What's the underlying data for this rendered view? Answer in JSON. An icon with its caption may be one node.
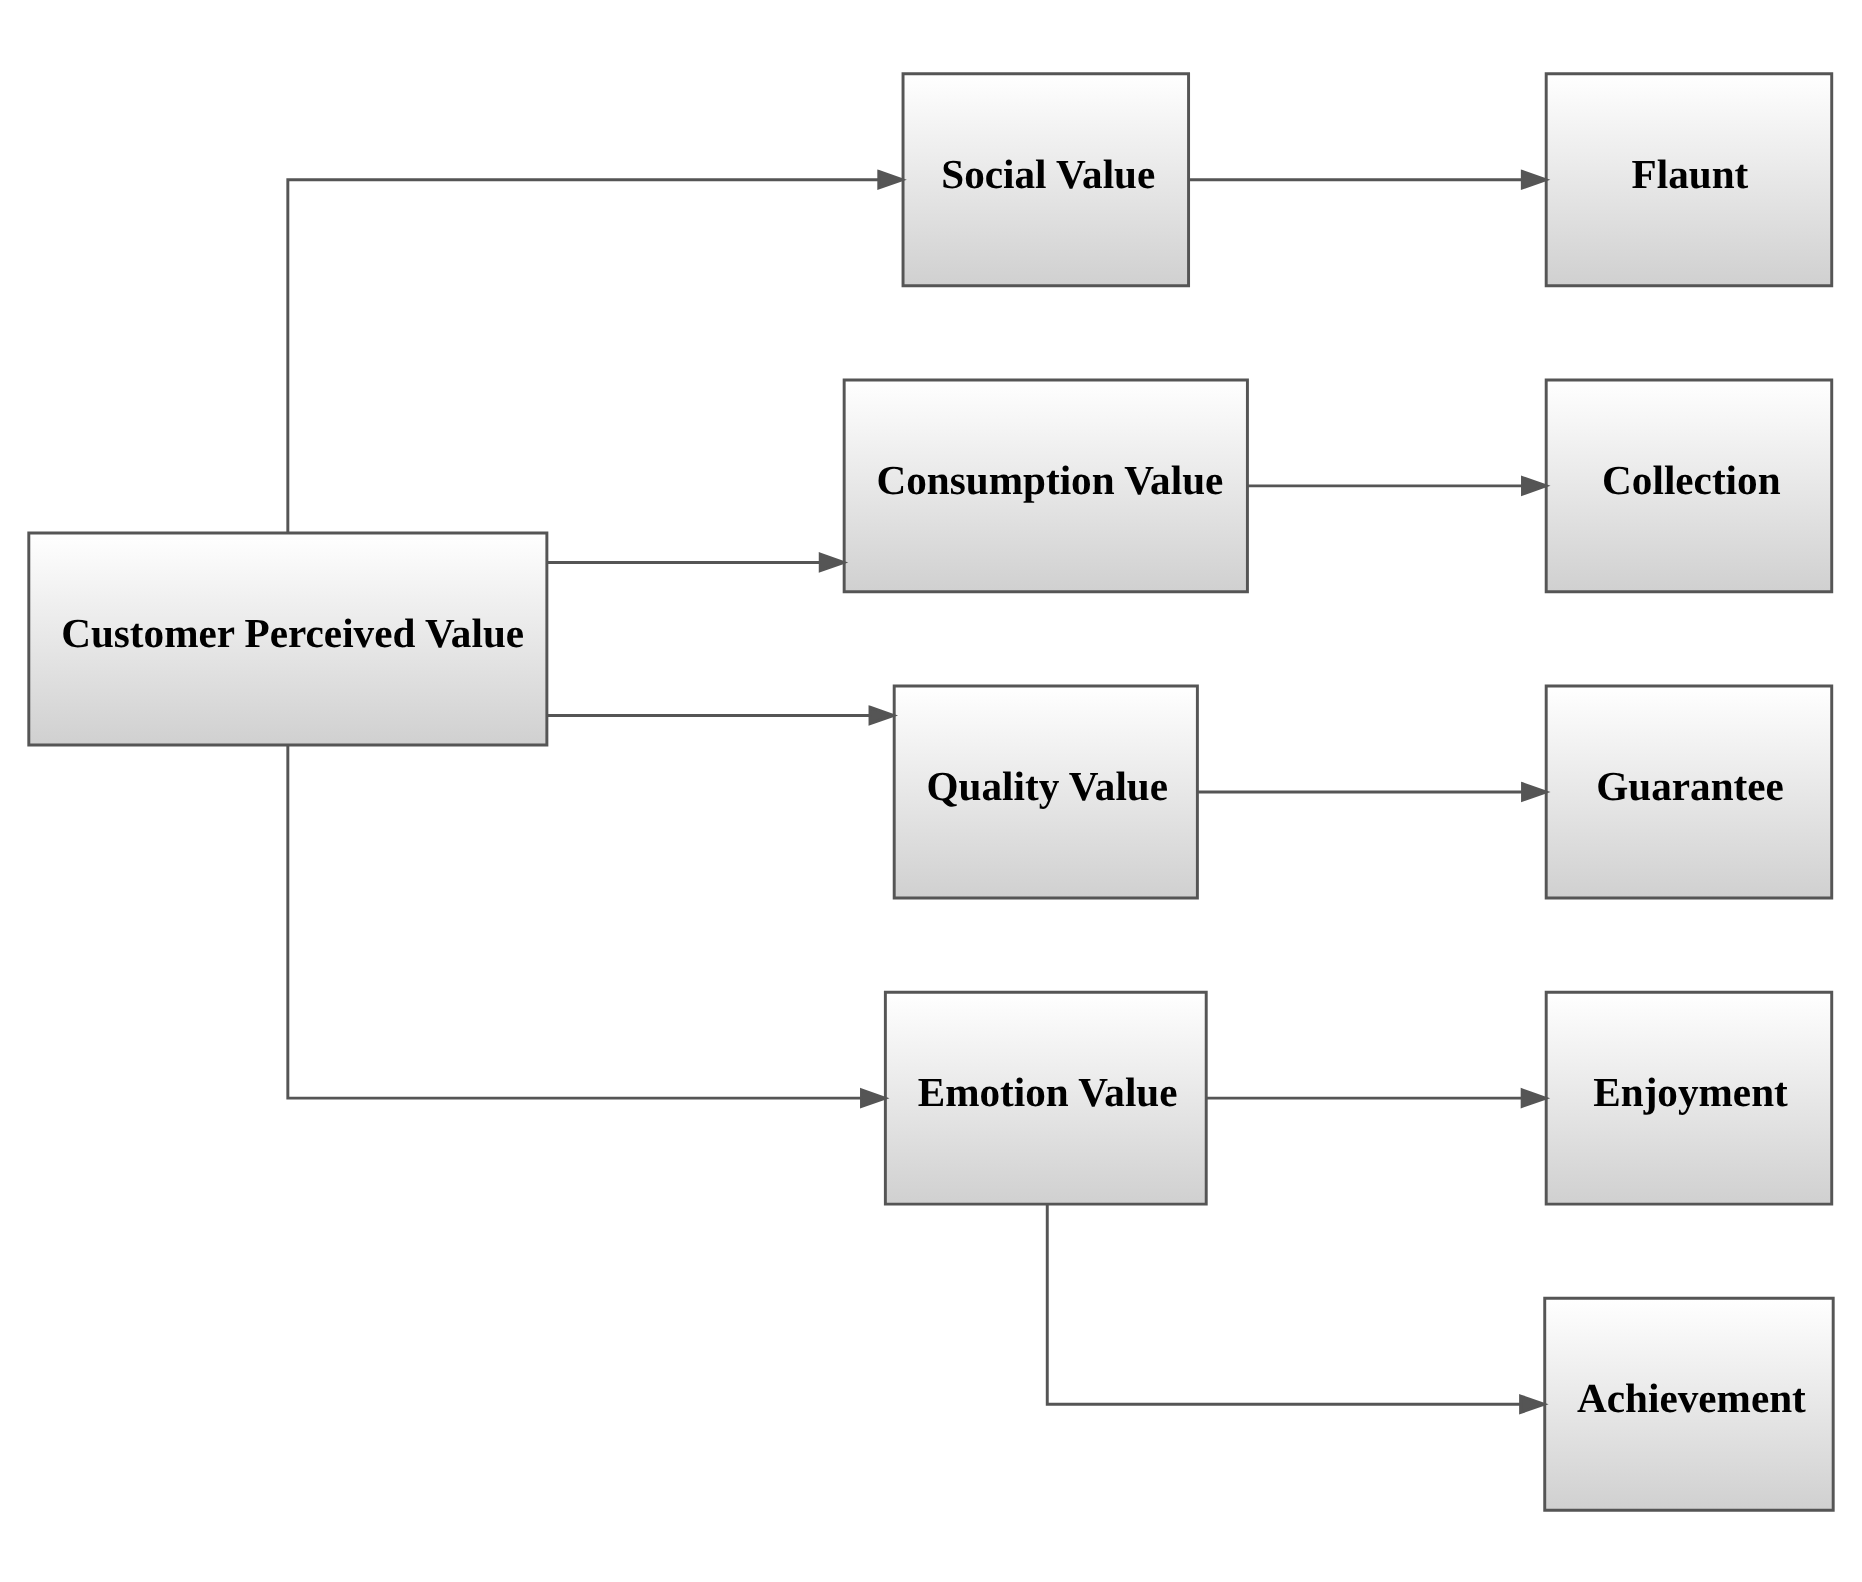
{
  "diagram": {
    "nodes": [
      {
        "text": [
          "Customer Perceived Value"
        ]
      },
      {
        "text": [
          "Social Value"
        ]
      },
      {
        "text": [
          "Consumption Value"
        ]
      },
      {
        "text": [
          "Quality Value"
        ]
      },
      {
        "text": [
          "Emotion Value"
        ]
      },
      {
        "text": [
          "Flaunt"
        ]
      },
      {
        "text": [
          "Collection"
        ]
      },
      {
        "text": [
          "Guarantee"
        ]
      },
      {
        "text": [
          "Enjoyment"
        ]
      },
      {
        "text": [
          "Achievement"
        ]
      }
    ],
    "edges": [
      {
        "from": 0,
        "to": 1,
        "arrow": "to"
      },
      {
        "from": 0,
        "to": 2,
        "arrow": "to"
      },
      {
        "from": 0,
        "to": 3,
        "arrow": "to"
      },
      {
        "from": 0,
        "to": 4,
        "arrow": "to"
      },
      {
        "from": 1,
        "to": 5,
        "arrow": "to"
      },
      {
        "from": 2,
        "to": 6,
        "arrow": "to"
      },
      {
        "from": 3,
        "to": 7,
        "arrow": "to"
      },
      {
        "from": 4,
        "to": 8,
        "arrow": "to"
      },
      {
        "from": 4,
        "to": 9,
        "arrow": "to"
      }
    ]
  }
}
